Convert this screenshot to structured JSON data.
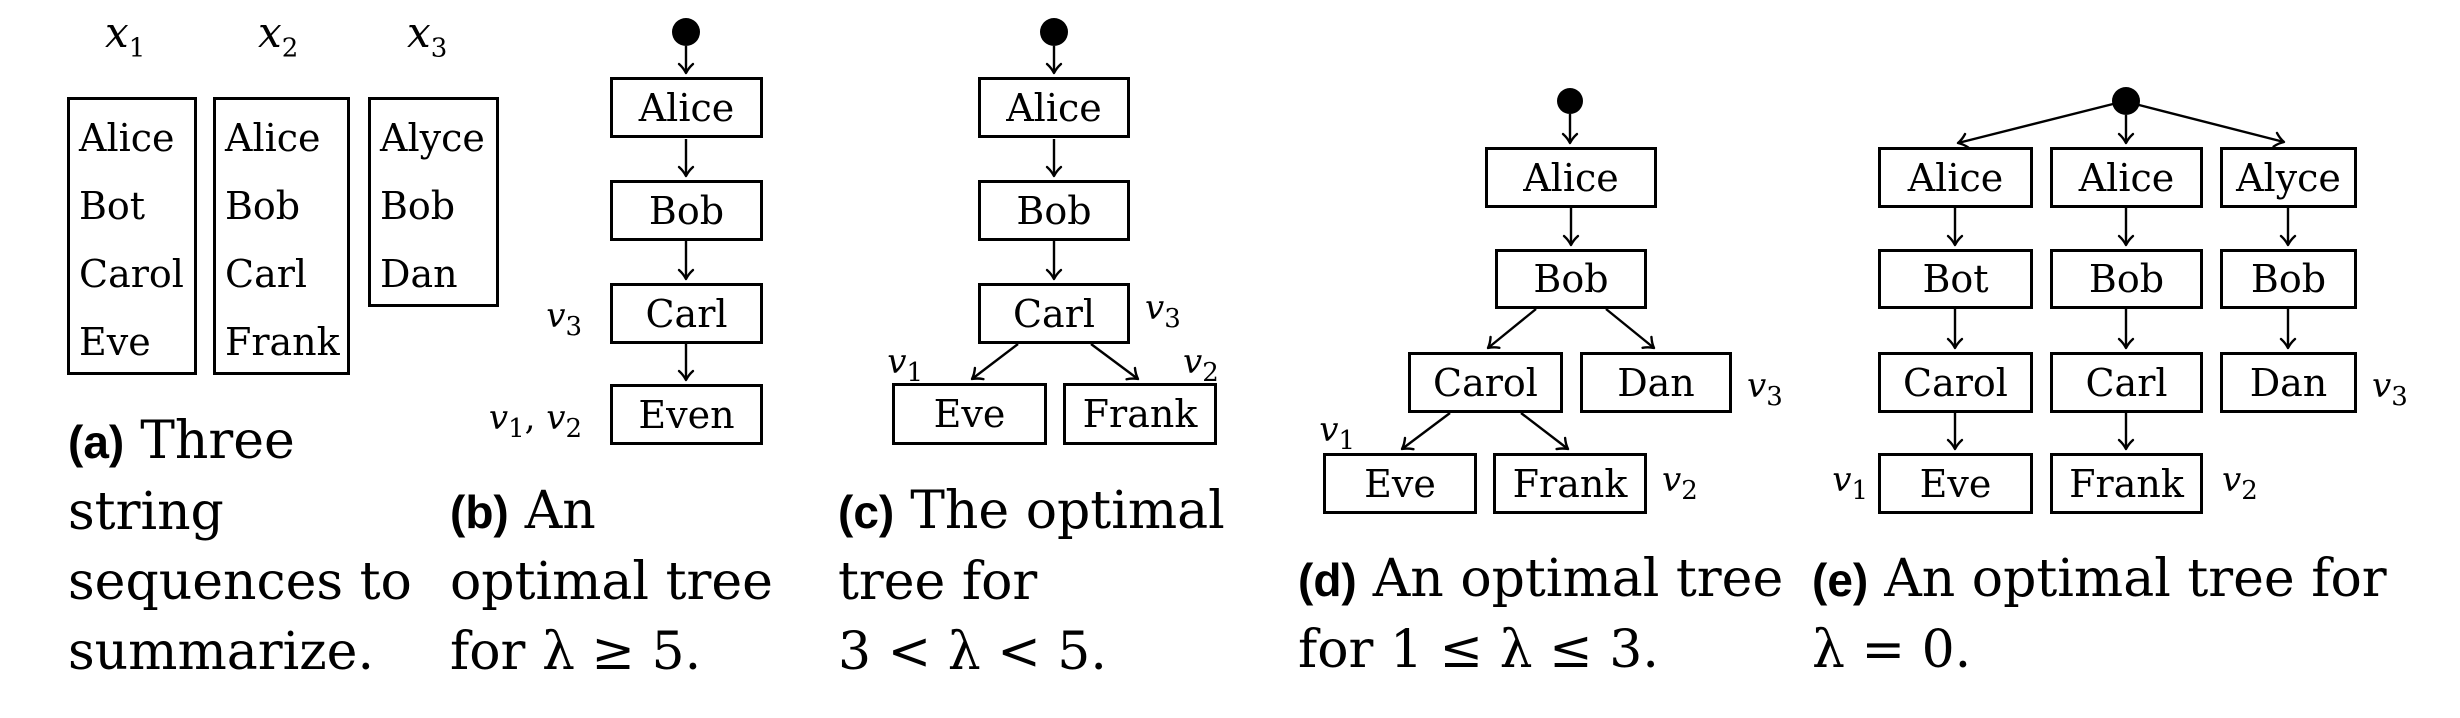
{
  "panels": {
    "a": {
      "caption": {
        "label": "(a)",
        "lines": [
          "Three",
          "string",
          "sequences to",
          "summarize."
        ]
      },
      "headers": [
        {
          "base": "x",
          "sub": "1"
        },
        {
          "base": "x",
          "sub": "2"
        },
        {
          "base": "x",
          "sub": "3"
        }
      ],
      "sequences": [
        [
          "Alice",
          "Bot",
          "Carol",
          "Eve"
        ],
        [
          "Alice",
          "Bob",
          "Carl",
          "Frank"
        ],
        [
          "Alyce",
          "Bob",
          "Dan"
        ]
      ]
    },
    "b": {
      "caption": {
        "label": "(b)",
        "lines": [
          "An",
          "optimal tree",
          "for λ ≥ 5."
        ]
      },
      "nodes": [
        "Alice",
        "Bob",
        "Carl",
        "Even"
      ],
      "v3": {
        "base": "v",
        "sub": "3"
      },
      "v1v2": {
        "first_base": "v",
        "first_sub": "1",
        "sep": ", ",
        "second_base": "v",
        "second_sub": "2"
      }
    },
    "c": {
      "caption": {
        "label": "(c)",
        "lines": [
          "The optimal",
          "tree for",
          "3 < λ < 5."
        ]
      },
      "chain": [
        "Alice",
        "Bob",
        "Carl"
      ],
      "leaves": [
        "Eve",
        "Frank"
      ],
      "v1": {
        "base": "v",
        "sub": "1"
      },
      "v2": {
        "base": "v",
        "sub": "2"
      },
      "v3": {
        "base": "v",
        "sub": "3"
      }
    },
    "d": {
      "caption": {
        "label": "(d)",
        "lines": [
          "An optimal tree",
          "for 1 ≤ λ ≤ 3."
        ]
      },
      "nodes": {
        "root": "Alice",
        "mid": "Bob",
        "left": "Carol",
        "right": "Dan",
        "leaf_left": "Eve",
        "leaf_right": "Frank"
      },
      "v1": {
        "base": "v",
        "sub": "1"
      },
      "v2": {
        "base": "v",
        "sub": "2"
      },
      "v3": {
        "base": "v",
        "sub": "3"
      }
    },
    "e": {
      "caption": {
        "label": "(e)",
        "lines": [
          "An optimal tree for",
          "λ = 0."
        ]
      },
      "chains": [
        [
          "Alice",
          "Bot",
          "Carol",
          "Eve"
        ],
        [
          "Alice",
          "Bob",
          "Carl",
          "Frank"
        ],
        [
          "Alyce",
          "Bob",
          "Dan"
        ]
      ],
      "v1": {
        "base": "v",
        "sub": "1"
      },
      "v2": {
        "base": "v",
        "sub": "2"
      },
      "v3": {
        "base": "v",
        "sub": "3"
      }
    }
  }
}
